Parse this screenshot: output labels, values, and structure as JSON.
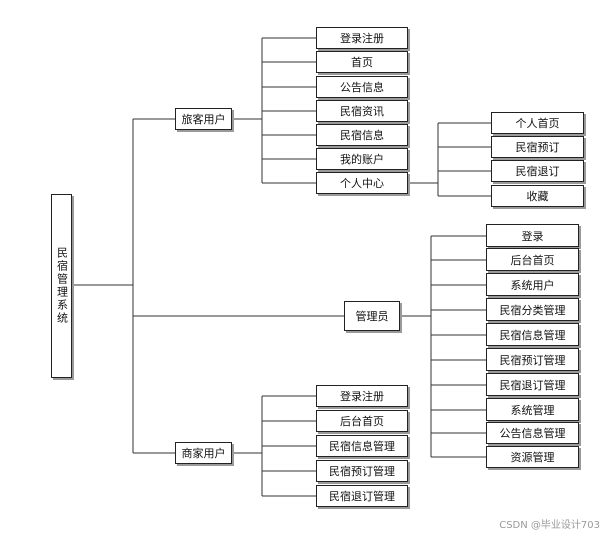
{
  "root": {
    "label": "民宿管理系统"
  },
  "roles": {
    "tourist": {
      "label": "旅客用户",
      "items": [
        "登录注册",
        "首页",
        "公告信息",
        "民宿资讯",
        "民宿信息",
        "我的账户",
        "个人中心"
      ],
      "personal_center": [
        "个人首页",
        "民宿预订",
        "民宿退订",
        "收藏"
      ]
    },
    "admin": {
      "label": "管理员",
      "items": [
        "登录",
        "后台首页",
        "系统用户",
        "民宿分类管理",
        "民宿信息管理",
        "民宿预订管理",
        "民宿退订管理",
        "系统管理",
        "公告信息管理",
        "资源管理"
      ]
    },
    "merchant": {
      "label": "商家用户",
      "items": [
        "登录注册",
        "后台首页",
        "民宿信息管理",
        "民宿预订管理",
        "民宿退订管理"
      ]
    }
  },
  "watermark": "CSDN @毕业设计703"
}
